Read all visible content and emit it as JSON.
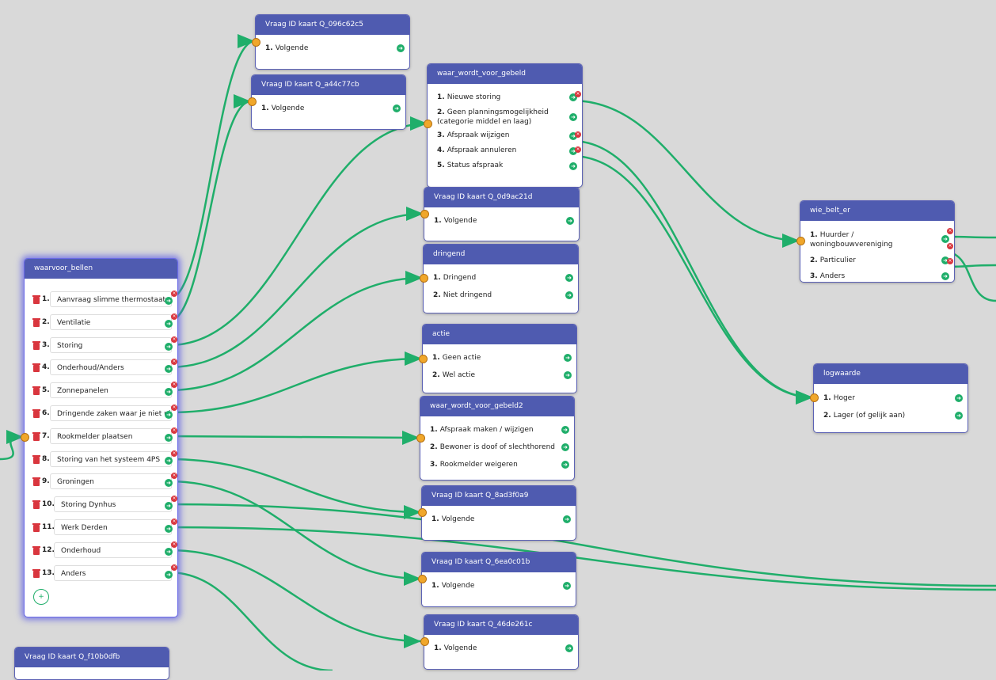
{
  "colors": {
    "background": "#d9d9d9",
    "card_header": "#4f5bb0",
    "edge": "#1fae6a",
    "port_in": "#f0a72b",
    "delete": "#d9363e"
  },
  "nodes": [
    {
      "id": "n1",
      "title": "Vraag ID kaart Q_096c62c5",
      "options": [
        {
          "num": "1.",
          "label": "Volgende"
        }
      ]
    },
    {
      "id": "n2",
      "title": "Vraag ID kaart Q_a44c77cb",
      "options": [
        {
          "num": "1.",
          "label": "Volgende"
        }
      ]
    },
    {
      "id": "n3",
      "title": "waar_wordt_voor_gebeld",
      "options": [
        {
          "num": "1.",
          "label": "Nieuwe storing"
        },
        {
          "num": "2.",
          "label": "Geen planningsmogelijkheid (categorie middel en laag)"
        },
        {
          "num": "3.",
          "label": "Afspraak wijzigen"
        },
        {
          "num": "4.",
          "label": "Afspraak annuleren"
        },
        {
          "num": "5.",
          "label": "Status afspraak"
        }
      ]
    },
    {
      "id": "n4",
      "title": "Vraag ID kaart Q_0d9ac21d",
      "options": [
        {
          "num": "1.",
          "label": "Volgende"
        }
      ]
    },
    {
      "id": "n5",
      "title": "dringend",
      "options": [
        {
          "num": "1.",
          "label": "Dringend"
        },
        {
          "num": "2.",
          "label": "Niet dringend"
        }
      ]
    },
    {
      "id": "n6",
      "title": "actie",
      "options": [
        {
          "num": "1.",
          "label": "Geen actie"
        },
        {
          "num": "2.",
          "label": "Wel actie"
        }
      ]
    },
    {
      "id": "n7",
      "title": "waar_wordt_voor_gebeld2",
      "options": [
        {
          "num": "1.",
          "label": "Afspraak maken / wijzigen"
        },
        {
          "num": "2.",
          "label": "Bewoner is doof of slechthorend"
        },
        {
          "num": "3.",
          "label": "Rookmelder weigeren"
        }
      ]
    },
    {
      "id": "n8",
      "title": "Vraag ID kaart Q_8ad3f0a9",
      "options": [
        {
          "num": "1.",
          "label": "Volgende"
        }
      ]
    },
    {
      "id": "n9",
      "title": "Vraag ID kaart Q_6ea0c01b",
      "options": [
        {
          "num": "1.",
          "label": "Volgende"
        }
      ]
    },
    {
      "id": "n10",
      "title": "Vraag ID kaart Q_46de261c",
      "options": [
        {
          "num": "1.",
          "label": "Volgende"
        }
      ]
    },
    {
      "id": "n11",
      "title": "wie_belt_er",
      "options": [
        {
          "num": "1.",
          "label": "Huurder / woningbouwvereniging"
        },
        {
          "num": "2.",
          "label": "Particulier"
        },
        {
          "num": "3.",
          "label": "Anders"
        }
      ]
    },
    {
      "id": "n12",
      "title": "logwaarde",
      "options": [
        {
          "num": "1.",
          "label": "Hoger"
        },
        {
          "num": "2.",
          "label": "Lager (of gelijk aan)"
        }
      ]
    },
    {
      "id": "n13",
      "title": "Vraag ID kaart Q_f10b0dfb",
      "options": []
    }
  ],
  "editor": {
    "title": "waarvoor_bellen",
    "add_label": "+",
    "rows": [
      {
        "num": "1.",
        "label": "Aanvraag slimme thermostaat"
      },
      {
        "num": "2.",
        "label": "Ventilatie"
      },
      {
        "num": "3.",
        "label": "Storing"
      },
      {
        "num": "4.",
        "label": "Onderhoud/Anders"
      },
      {
        "num": "5.",
        "label": "Zonnepanelen"
      },
      {
        "num": "6.",
        "label": "Dringende zaken waar je niet uitkomt"
      },
      {
        "num": "7.",
        "label": "Rookmelder plaatsen"
      },
      {
        "num": "8.",
        "label": "Storing van het systeem 4PS"
      },
      {
        "num": "9.",
        "label": "Groningen"
      },
      {
        "num": "10.",
        "label": "Storing Dynhus"
      },
      {
        "num": "11.",
        "label": "Werk Derden"
      },
      {
        "num": "12.",
        "label": "Onderhoud"
      },
      {
        "num": "13.",
        "label": "Anders"
      }
    ]
  }
}
